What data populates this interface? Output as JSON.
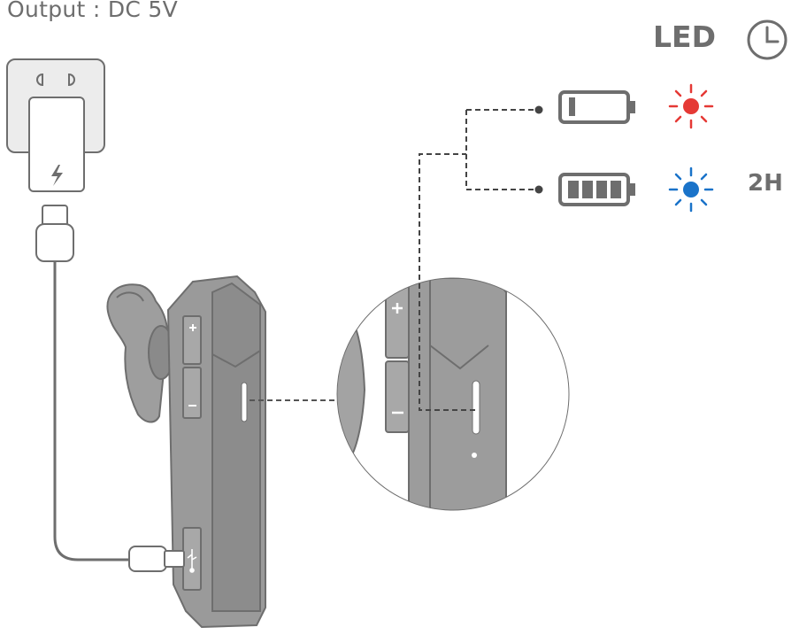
{
  "header": {
    "output_label": "Output : DC 5V",
    "led_label": "LED"
  },
  "indicators": [
    {
      "state": "low-battery",
      "led_color": "#e53935",
      "time": ""
    },
    {
      "state": "full-battery",
      "led_color": "#1a73c9",
      "time": "2H"
    }
  ],
  "icons": {
    "clock": "clock-icon",
    "charger": "wall-charger-icon",
    "headset": "bluetooth-headset-icon",
    "usb": "usb-icon"
  },
  "colors": {
    "line": "#6e6e6e",
    "body": "#999999",
    "body_dark": "#888888",
    "red_led": "#e53935",
    "blue_led": "#1a73c9"
  }
}
